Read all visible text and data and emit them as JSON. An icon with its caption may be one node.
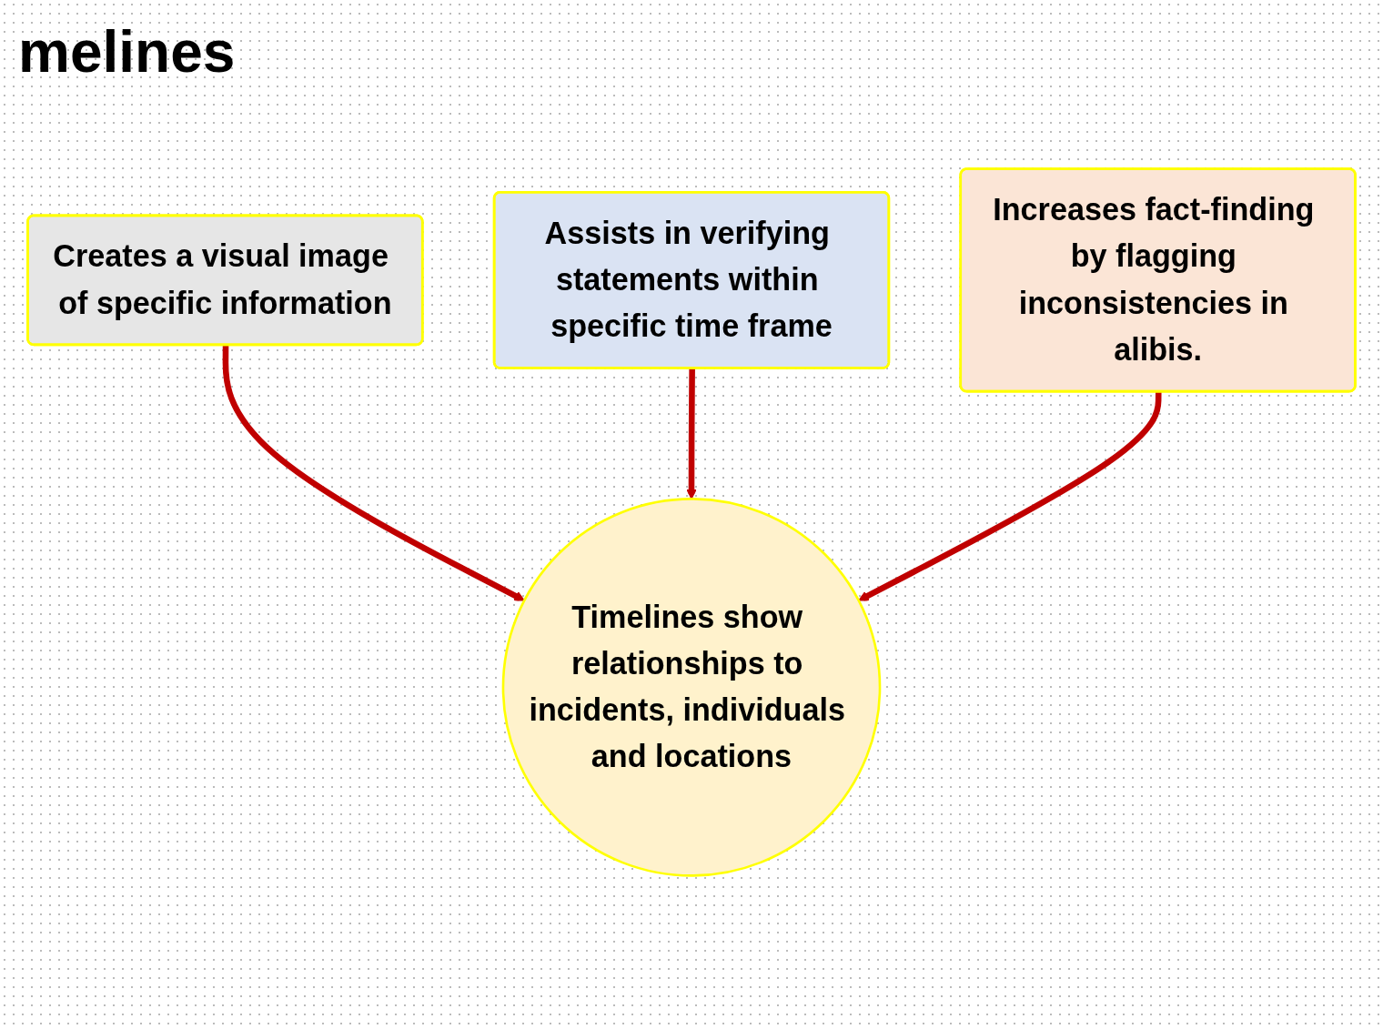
{
  "diagram": {
    "title": "melines",
    "nodes": [
      {
        "text": [
          "Creates a visual image of specific information"
        ]
      },
      {
        "text": [
          "Assists in verifying statements within specific time frame"
        ]
      },
      {
        "text": [
          "Increases fact-finding by flagging inconsistencies in alibis."
        ]
      },
      {
        "text": [
          "Timelines show relationships to incidents, individuals and locations"
        ]
      }
    ],
    "edges": [
      {
        "from": 0,
        "to": 3,
        "arrow": "to"
      },
      {
        "from": 1,
        "to": 3,
        "arrow": "to"
      },
      {
        "from": 2,
        "to": 3,
        "arrow": "to"
      }
    ]
  }
}
